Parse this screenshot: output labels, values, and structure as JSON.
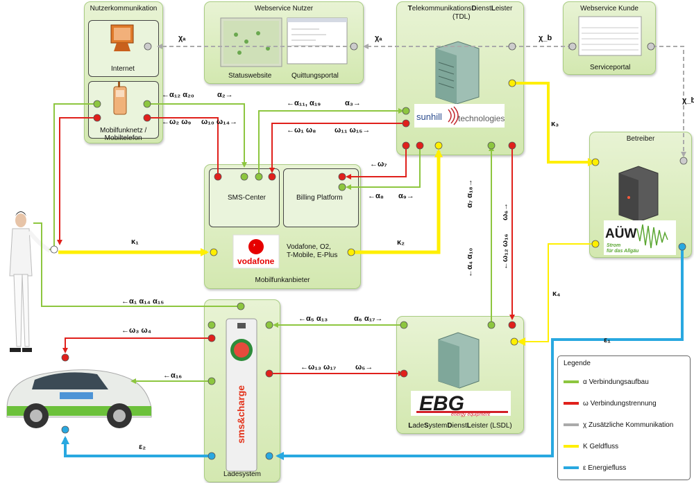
{
  "boxes": {
    "nutzerkommunikation": {
      "title": "Nutzerkommunikation",
      "internet": "Internet",
      "mobilfunknetz": "Mobilfunknetz /\nMobiltelefon"
    },
    "webservice_nutzer": {
      "title": "Webservice Nutzer",
      "statuswebsite": "Statuswebsite",
      "quittungsportal": "Quittungsportal"
    },
    "tdl": {
      "title_parts": [
        [
          "T",
          "b"
        ],
        [
          "elekommunikations",
          ""
        ],
        [
          "D",
          "b"
        ],
        [
          "ienst",
          ""
        ],
        [
          "L",
          "b"
        ],
        [
          "eister",
          ""
        ]
      ],
      "subtitle": "(TDL)",
      "logo_brand": "sunhill",
      "logo_text": "technologies"
    },
    "webservice_kunde": {
      "title": "Webservice Kunde",
      "serviceportal": "Serviceportal"
    },
    "mobilfunkanbieter": {
      "title": "Mobilfunkanbieter",
      "sms_center": "SMS-Center",
      "billing": "Billing Platform",
      "providers": "Vodafone, O2,\nT-Mobile, E-Plus",
      "logo": "vodafone"
    },
    "betreiber": {
      "title": "Betreiber",
      "logo": "AÜW",
      "logo_sub": "Strom\nfür das Allgäu"
    },
    "ladesystem": {
      "title": "Ladesystem",
      "logo": "sms&charge"
    },
    "lsdl": {
      "title_parts": [
        [
          "L",
          "b"
        ],
        [
          "ade",
          ""
        ],
        [
          "S",
          "b"
        ],
        [
          "ystem",
          ""
        ],
        [
          "D",
          "b"
        ],
        [
          "ienst",
          ""
        ],
        [
          "L",
          "b"
        ],
        [
          "eister (LSDL)",
          ""
        ]
      ],
      "logo": "EBG",
      "logo_sub": "energy equipment"
    }
  },
  "flow_labels": {
    "chi_a_1": "χₐ",
    "chi_a_2": "χₐ",
    "chi_b_1": "χ_b",
    "chi_b_2": "χ_b",
    "a12_a20": "←α₁₂ α₂₀",
    "a2": "α₂→",
    "w2_w9": "←ω₂ ω₉",
    "w10_w14": "ω₁₀ ω₁₄→",
    "a11_a19": "←α₁₁, α₁₉",
    "a3": "α₃→",
    "w1_w8": "←ω₁ ω₈",
    "w11_w15": "ω₁₁ ω₁₅→",
    "w7": "←ω₇",
    "a8": "←α₈",
    "a9": "α₉→",
    "k3": "κ₃",
    "k1": "κ₁",
    "k2": "κ₂",
    "k4": "κ₄",
    "a7_a18": "α₇ α₁₈→",
    "w6": "ω₆→",
    "a4_a10": "←α₄ α₁₀",
    "w12_w16": "←ω₁₂ ω₁₆",
    "a1_a14_a15": "←α₁ α₁₄ α₁₅",
    "a5_a13": "←α₅ α₁₃",
    "a6_a17": "α₆ α₁₇→",
    "w3_w4": "←ω₃ ω₄",
    "w13_w17": "←ω₁₃ ω₁₇",
    "w5": "ω₅→",
    "a16": "←α₁₆",
    "e1": "ε₁",
    "e2": "ε₂"
  },
  "legend": {
    "title": "Legende",
    "items": [
      {
        "symbol": "α",
        "text": "Verbindungsaufbau",
        "color": "#8dc63f"
      },
      {
        "symbol": "ω",
        "text": "Verbindungstrennung",
        "color": "#e0201b"
      },
      {
        "symbol": "χ",
        "text": "Zusätzliche Kommunikation",
        "color": "#aaaaaa"
      },
      {
        "symbol": "Κ",
        "text": "Geldfluss",
        "color": "#ffef00"
      },
      {
        "symbol": "ε",
        "text": "Energiefluss",
        "color": "#29a8e0"
      }
    ]
  },
  "colors": {
    "alpha": "#8dc63f",
    "omega": "#e0201b",
    "chi": "#aaaaaa",
    "kappa": "#ffef00",
    "epsilon": "#29a8e0"
  }
}
